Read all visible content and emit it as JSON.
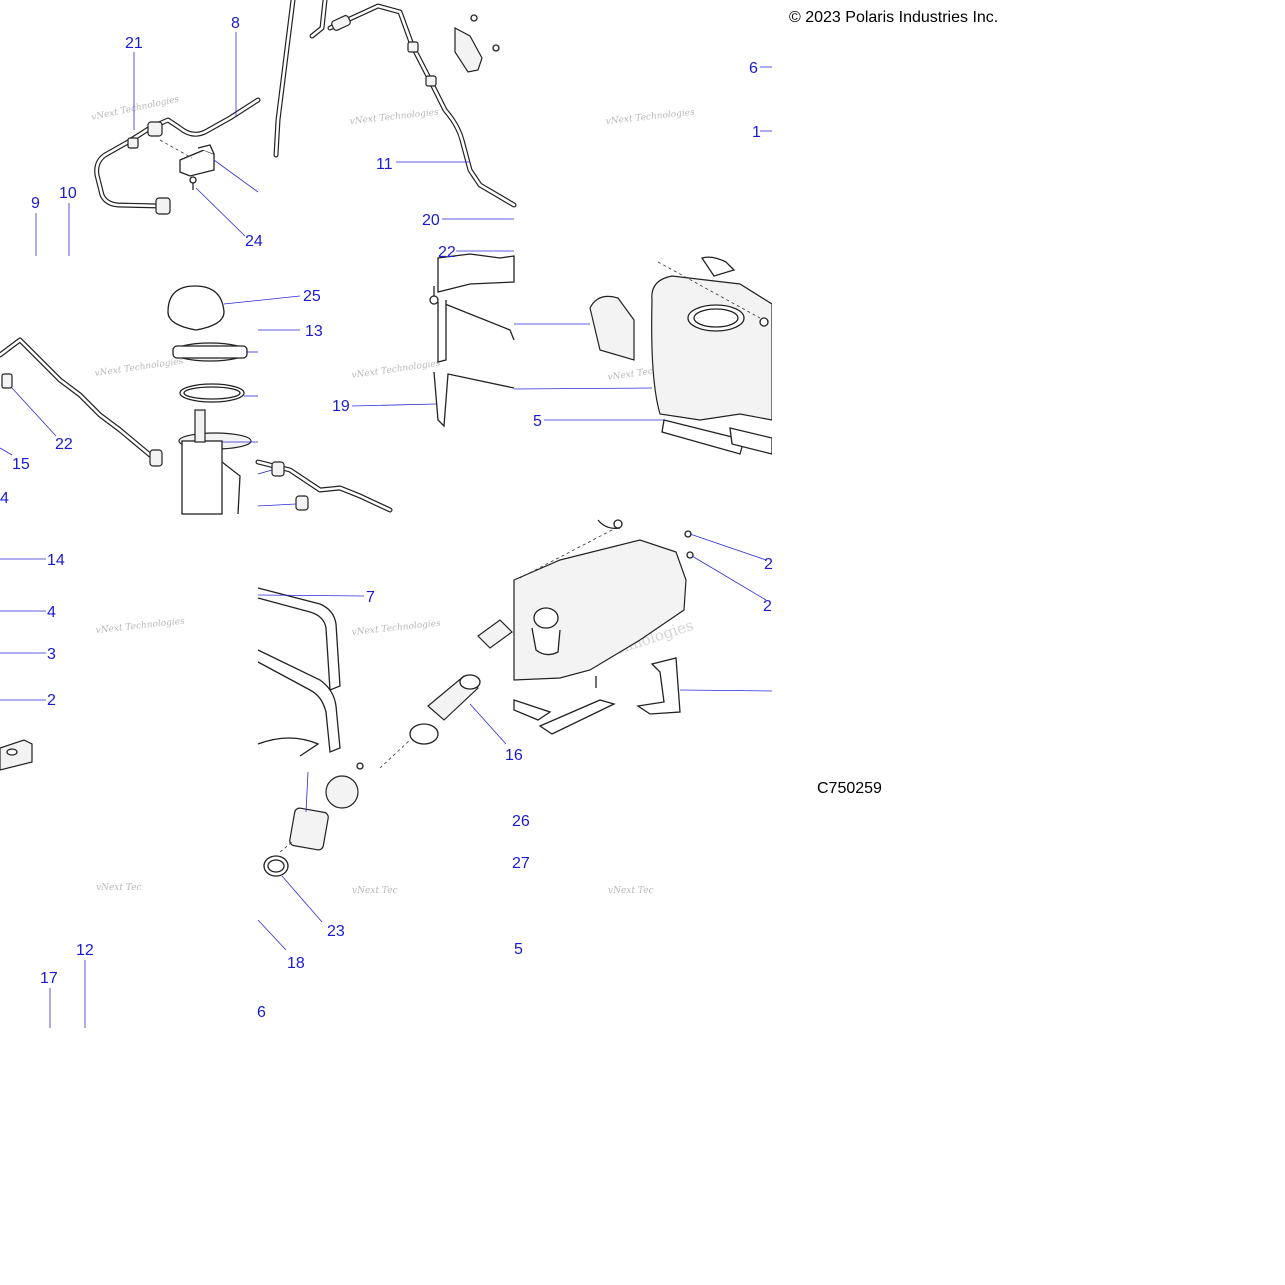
{
  "header": {
    "copyright": "© 2023 Polaris Industries Inc."
  },
  "footer": {
    "reference_code": "C750259"
  },
  "watermark": {
    "line1": "vNext Technologies",
    "line2": "vNext",
    "line3": "Technologies",
    "line4": "vNext Tec"
  },
  "callouts": [
    "21",
    "8",
    "9",
    "10",
    "24",
    "11",
    "20",
    "22",
    "6",
    "1",
    "25",
    "13",
    "19",
    "5",
    "15",
    "4",
    "14",
    "3",
    "2",
    "7",
    "16",
    "26",
    "27",
    "12",
    "17",
    "18",
    "23"
  ],
  "colors": {
    "callout": "#1a1ad6",
    "line_art": "#222222",
    "watermark": "#b9b9b9"
  }
}
